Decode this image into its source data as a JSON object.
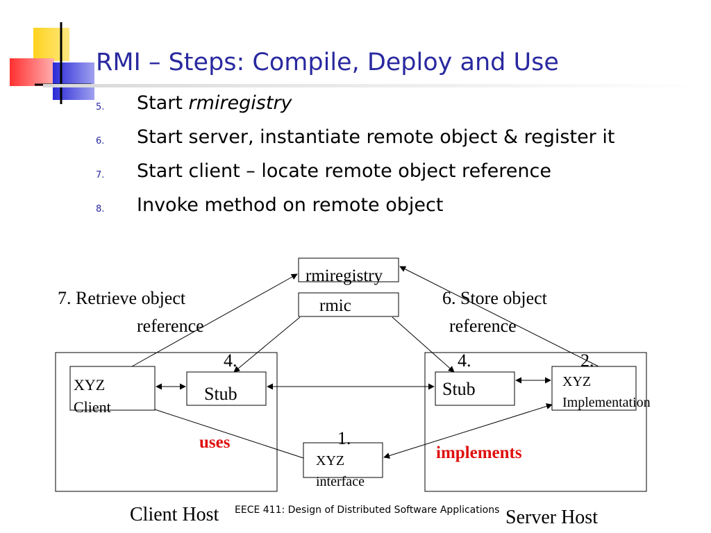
{
  "slide": {
    "title": "RMI – Steps: Compile, Deploy and Use",
    "bullets": [
      {
        "number": "5.",
        "text": "Start ",
        "emphasis": "rmiregistry"
      },
      {
        "number": "6.",
        "text": "Start server, instantiate remote object & register it"
      },
      {
        "number": "7.",
        "text": "Start client – locate remote object reference"
      },
      {
        "number": "8.",
        "text": "Invoke method on remote object"
      }
    ],
    "footer": "EECE 411: Design of Distributed Software Applications"
  },
  "diagram": {
    "rmiregistry_label": "rmiregistry",
    "rmic_label": "rmic",
    "retrieve_line1": "7. Retrieve object",
    "retrieve_line2": "reference",
    "store_line1": "6. Store object",
    "store_line2": "reference",
    "client_step": "4.",
    "server_step": "4.",
    "impl_step": "2.",
    "interface_step": "1.",
    "client_line1": "XYZ",
    "client_line2": "Client",
    "client_stub": "Stub",
    "server_stub": "Stub",
    "impl_line1": "XYZ",
    "impl_line2": "Implementation",
    "interface_line1": "XYZ",
    "interface_line2": "interface",
    "uses_label": "uses",
    "implements_label": "implements",
    "client_host": "Client Host",
    "server_host": "Server Host"
  },
  "colors": {
    "title": "#2929a0",
    "relation_labels": "#e01010",
    "logo_yellow": "#ffd21f",
    "logo_red": "#ff3b3b",
    "logo_blue": "#3030d8"
  }
}
